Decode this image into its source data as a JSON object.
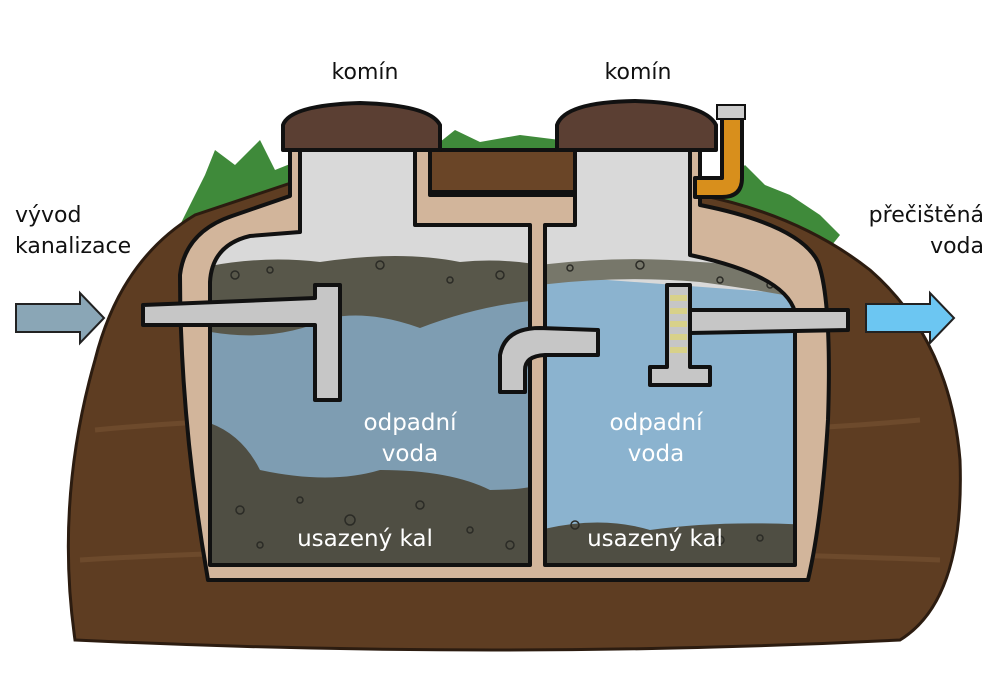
{
  "title": "Septik – schéma",
  "labels": {
    "chimney_left": "komín",
    "chimney_right": "komín",
    "inlet_line1": "vývod",
    "inlet_line2": "kanalizace",
    "outlet_line1": "přečištěná",
    "outlet_line2": "voda",
    "water_left_line1": "odpadní",
    "water_left_line2": "voda",
    "water_right_line1": "odpadní",
    "water_right_line2": "voda",
    "sludge_left": "usazený kal",
    "sludge_right": "usazený kal"
  },
  "colors": {
    "soil": "#5e3d22",
    "grass": "#3f8a3a",
    "tank": "#d2b59b",
    "lid": "#5b3f33",
    "inner": "#d9d9d9",
    "water_left": "#7e9db2",
    "water_right": "#8bb3cf",
    "sludge": "#4f4e43",
    "pipe": "#c6c6c6",
    "vent": "#d88f1c",
    "arrow_in": "#8aa6b6",
    "arrow_out": "#6cc6f2"
  }
}
